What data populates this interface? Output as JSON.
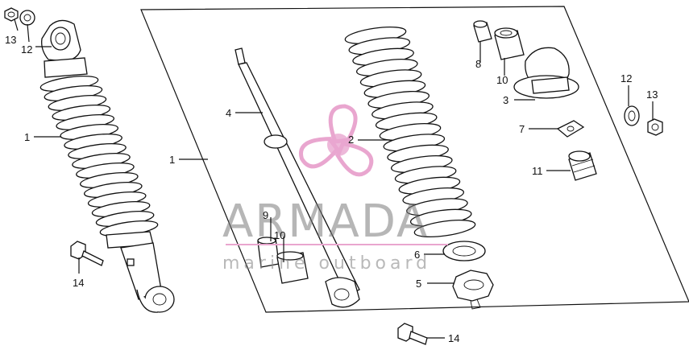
{
  "diagram": {
    "callouts": {
      "left_13": "13",
      "left_12": "12",
      "left_1": "1",
      "left_14": "14",
      "frame_1": "1",
      "rod_4": "4",
      "spring_2": "2",
      "bush_9": "9",
      "bush_10": "10",
      "top_8": "8",
      "top_10": "10",
      "cap_3": "3",
      "right_12": "12",
      "right_13": "13",
      "plate_7": "7",
      "nut_11": "11",
      "seat_6": "6",
      "seat_5": "5",
      "bolt_14": "14"
    },
    "watermark": {
      "brand": "ARMADA",
      "tagline": "marine outboard",
      "logo_color": "#e9a6cf",
      "line_color": "#e9a6cf"
    }
  }
}
